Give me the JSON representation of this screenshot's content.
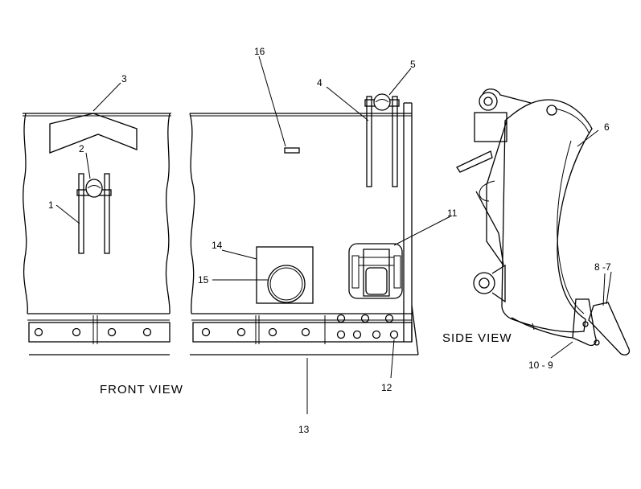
{
  "view_labels": {
    "front": "FRONT VIEW",
    "side": "SIDE VIEW"
  },
  "callouts": {
    "c1": "1",
    "c2": "2",
    "c3": "3",
    "c4": "4",
    "c5": "5",
    "c6": "6",
    "c8_7": "8 -7",
    "c10_9": "10 - 9",
    "c11": "11",
    "c12": "12",
    "c13": "13",
    "c14": "14",
    "c15": "15",
    "c16": "16"
  }
}
